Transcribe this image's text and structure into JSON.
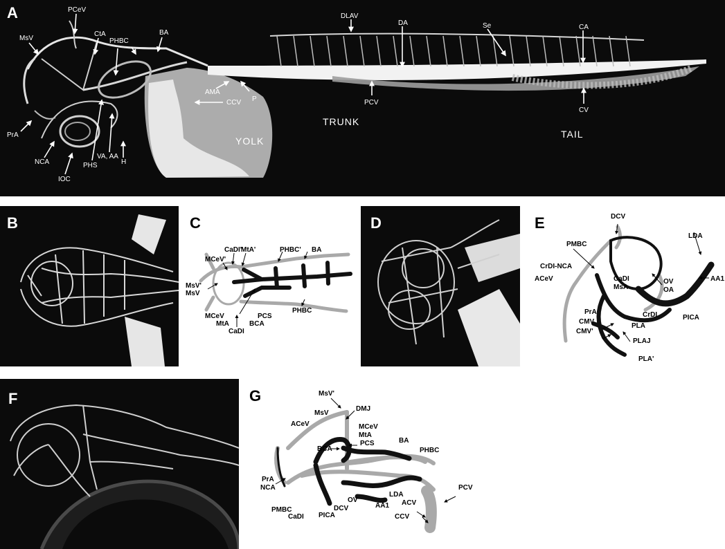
{
  "panels": {
    "A": {
      "label": "A",
      "regions": {
        "yolk": "YOLK",
        "trunk": "TRUNK",
        "tail": "TAIL"
      },
      "labels": {
        "PCeV": "PCeV",
        "MsV": "MsV",
        "CtA": "CtA",
        "PHBC": "PHBC",
        "BA": "BA",
        "DLAV": "DLAV",
        "DA": "DA",
        "Se": "Se",
        "CA": "CA",
        "AMA": "AMA",
        "P": "P",
        "CCV": "CCV",
        "PCV": "PCV",
        "CV": "CV",
        "PrA": "PrA",
        "NCA": "NCA",
        "PHS": "PHS",
        "VA_AA": "VA, AA",
        "H": "H",
        "IOC": "IOC"
      }
    },
    "B": {
      "label": "B"
    },
    "C": {
      "label": "C",
      "labels": {
        "CaDI_p": "CaDI'",
        "MtA_p": "MtA'",
        "PHBC_p": "PHBC'",
        "BA": "BA",
        "MCeV_p": "MCeV'",
        "MsV_p": "MsV'",
        "MsV": "MsV",
        "MCeV": "MCeV",
        "MtA": "MtA",
        "CaDI": "CaDI",
        "PCS": "PCS",
        "BCA": "BCA",
        "PHBC": "PHBC"
      }
    },
    "D": {
      "label": "D"
    },
    "E": {
      "label": "E",
      "labels": {
        "DCV": "DCV",
        "LDA": "LDA",
        "PMBC": "PMBC",
        "CrDI_NCA": "CrDI-NCA",
        "OV": "OV",
        "OA": "OA",
        "CaDI": "CaDI",
        "ACeV": "ACeV",
        "MsA": "MsA",
        "AA1": "AA1",
        "PrA": "PrA",
        "CrDI": "CrDI",
        "PICA": "PICA",
        "CMV": "CMV",
        "PLA": "PLA",
        "CMV_p": "CMV'",
        "PLAJ": "PLAJ",
        "PLA_p": "PLA'"
      }
    },
    "F": {
      "label": "F"
    },
    "G": {
      "label": "G",
      "labels": {
        "MsV_p": "MsV'",
        "MsV": "MsV",
        "DMJ": "DMJ",
        "ACeV": "ACeV",
        "MCeV": "MCeV",
        "MtA": "MtA",
        "BCA": "BCA",
        "PCS": "PCS",
        "BA": "BA",
        "PHBC": "PHBC",
        "PrA": "PrA",
        "NCA": "NCA",
        "PCV": "PCV",
        "LDA": "LDA",
        "ACV": "ACV",
        "OV": "OV",
        "AA1": "AA1",
        "PMBC": "PMBC",
        "DCV": "DCV",
        "CaDI": "CaDI",
        "PICA": "PICA",
        "CCV": "CCV"
      }
    }
  }
}
